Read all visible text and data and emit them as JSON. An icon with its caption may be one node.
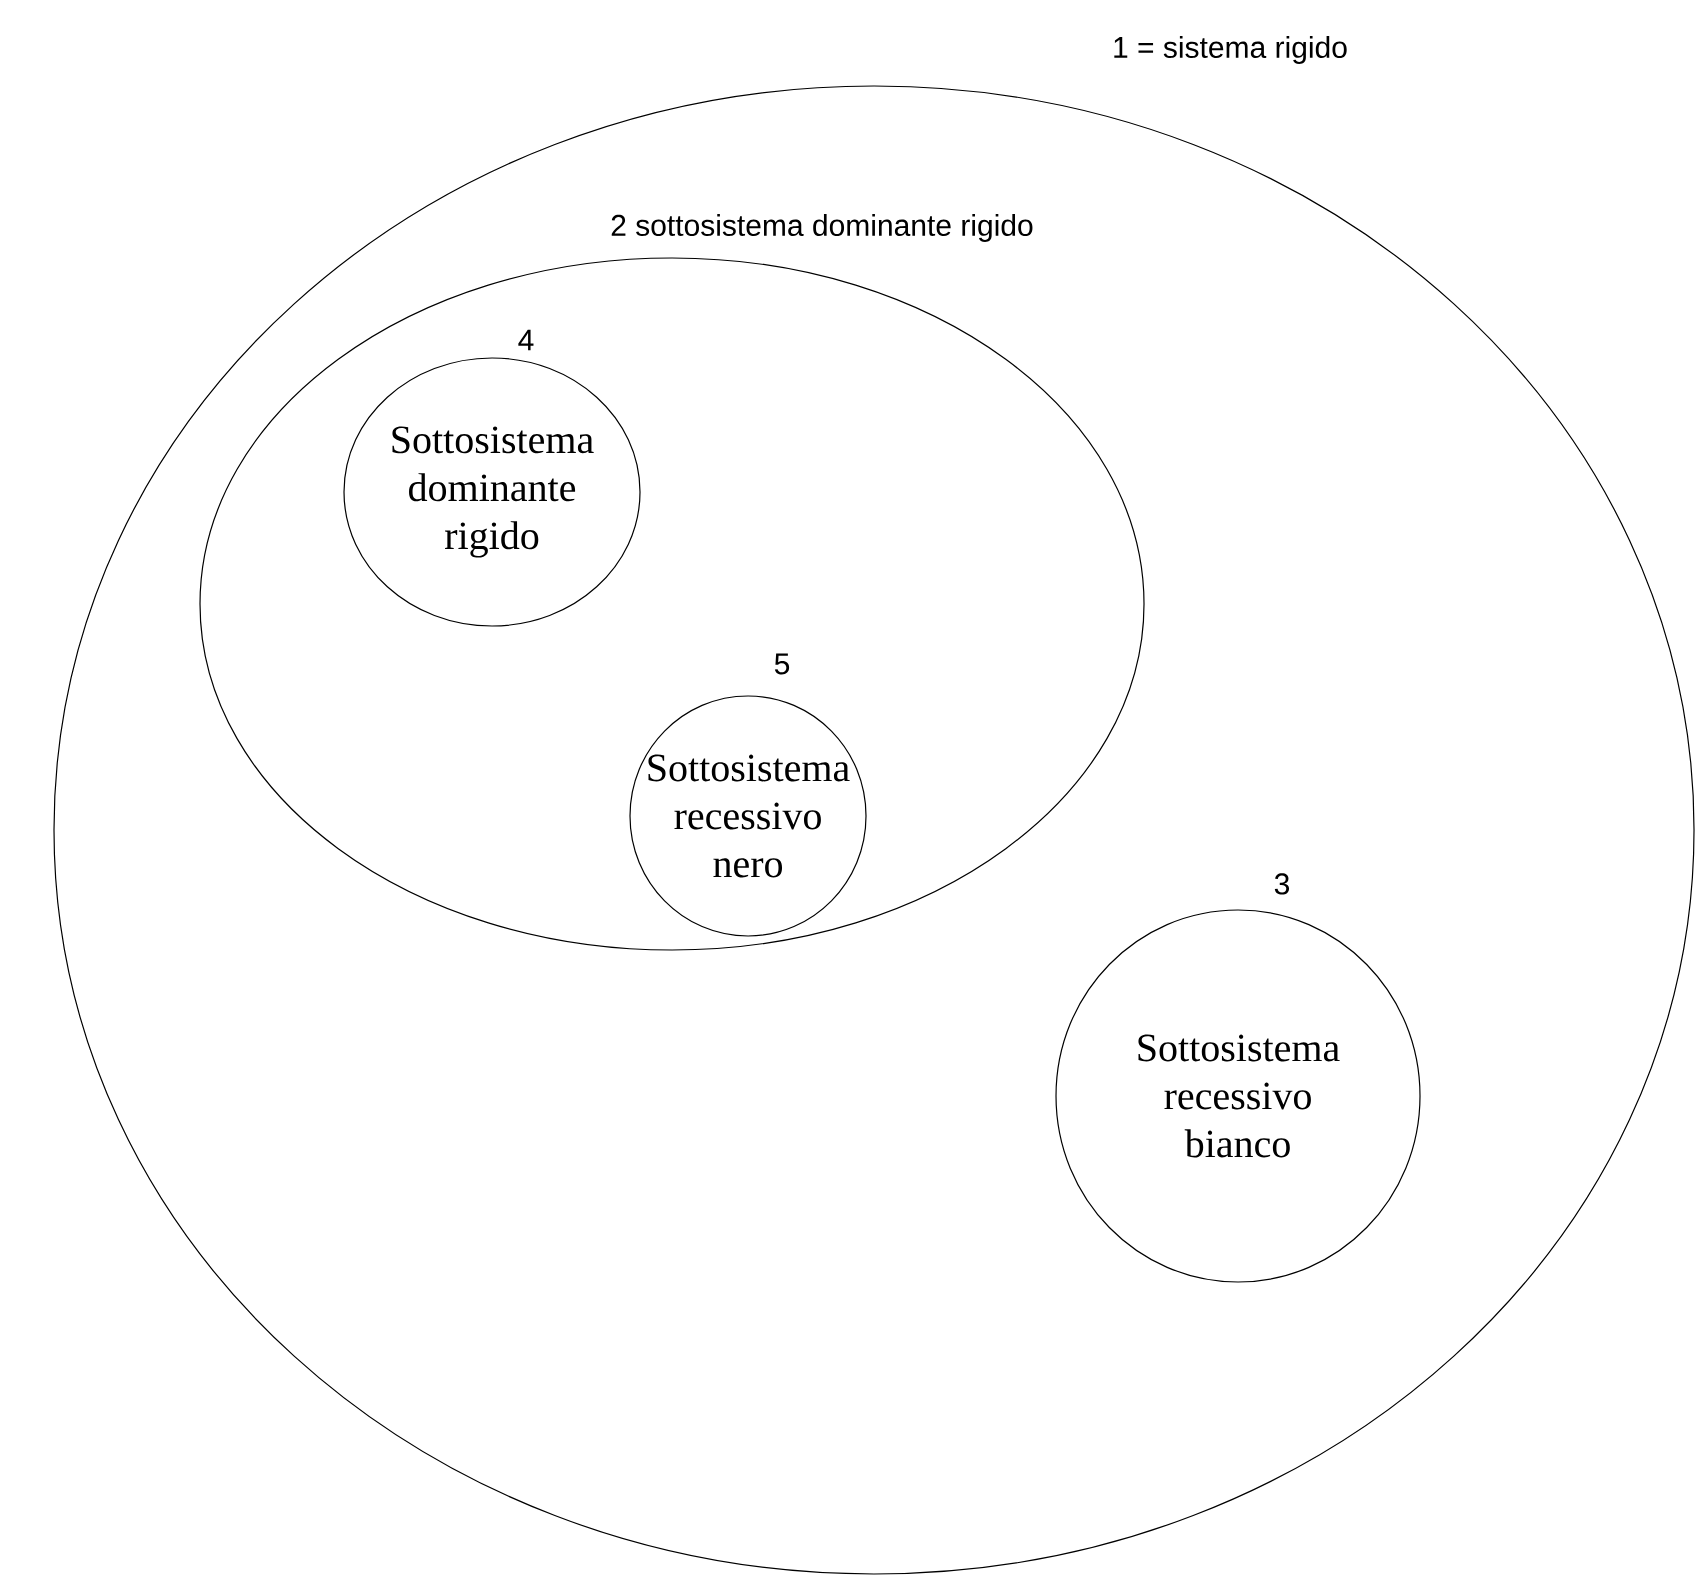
{
  "diagram": {
    "nodes": [
      {
        "text": [
          "1 = sistema rigido"
        ]
      },
      {
        "text": [
          "2 sottosistema dominante rigido"
        ],
        "in": 0
      },
      {
        "text": [
          "4",
          "Sottosistema dominante rigido"
        ],
        "in": 1
      },
      {
        "text": [
          "5",
          "Sottosistema recessivo nero"
        ],
        "in": 1
      },
      {
        "text": [
          "3",
          "Sottosistema recessivo bianco"
        ],
        "in": 0
      }
    ]
  }
}
